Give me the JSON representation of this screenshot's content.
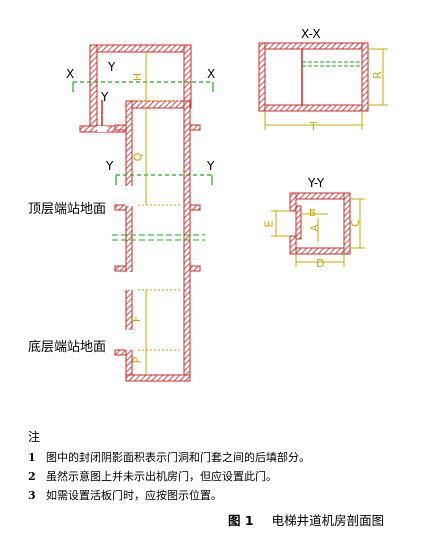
{
  "labels": {
    "x": "X",
    "y": "Y",
    "section_xx": "X-X",
    "section_yy": "Y-Y",
    "dim_h": "H",
    "dim_q": "Q",
    "dim_f": "F",
    "dim_p": "P",
    "dim_r": "R",
    "dim_t": "T",
    "dim_a": "A",
    "dim_b": "B",
    "dim_c": "C",
    "dim_d": "D",
    "dim_e": "E"
  },
  "levels": {
    "top": "顶层端站地面",
    "bottom": "底层端站地面"
  },
  "notes": {
    "title": "注",
    "items": [
      {
        "num": "1",
        "text": "图中的封闭阴影面积表示门洞和门套之间的后填部分。"
      },
      {
        "num": "2",
        "text": "虽然示意图上并未示出机房门，但应设置此门。"
      },
      {
        "num": "3",
        "text": "如需设置活板门时，应按图示位置。"
      }
    ]
  },
  "caption": {
    "number": "图 1",
    "title": "电梯井道机房剖面图"
  },
  "colors": {
    "wall": "#cc2a2a",
    "section_line": "#22aa22",
    "dimension": "#c8a800",
    "text": "#000000"
  }
}
